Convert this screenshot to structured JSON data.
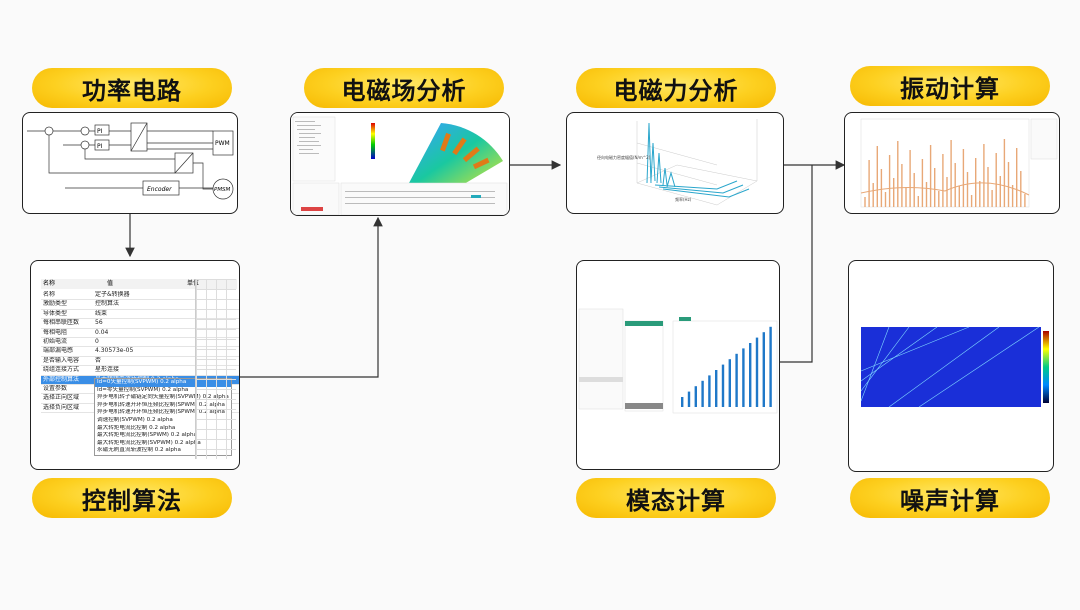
{
  "steps": {
    "power_circuit": "功率电路",
    "em_field": "电磁场分析",
    "em_force": "电磁力分析",
    "vibration": "振动计算",
    "control": "控制算法",
    "modal": "模态计算",
    "noise": "噪声计算"
  },
  "control_panel": {
    "header_name": "名称",
    "header_value": "值",
    "header_unit": "单位",
    "rows": [
      {
        "k": "名称",
        "v": "定子&转换器"
      },
      {
        "k": "激励类型",
        "v": "控制算法"
      },
      {
        "k": "导体类型",
        "v": "线束"
      },
      {
        "k": "每相串联匝数",
        "v": "56"
      },
      {
        "k": "每相电阻",
        "v": "0.04"
      },
      {
        "k": "初始电流",
        "v": "0"
      },
      {
        "k": "端部漏电感",
        "v": "4.30573e-05"
      },
      {
        "k": "是否输入电容",
        "v": "否"
      },
      {
        "k": "绕组连接方式",
        "v": "星形连接"
      },
      {
        "k": "外部控制算法",
        "v": "最大转矩电流比控制 0.2 alpha"
      },
      {
        "k": "设置参数",
        "v": ""
      },
      {
        "k": "选择正向区域",
        "v": ""
      },
      {
        "k": "选择负向区域",
        "v": ""
      }
    ],
    "options": [
      "Id=0矢量控制(SVPWM) 0.2 alpha",
      "Id=零矢量控制(SVPWM) 0.2 alpha",
      "异步电机转子磁链定向矢量控制(SVPWM) 0.2 alpha",
      "异步电机转速开环恒压频比控制(SPWM) 0.2 alpha",
      "异步电机转速开环恒压频比控制(SPWM) 0.2 alpha",
      "调速控制(SVPWM) 0.2 alpha",
      "最大转矩电流比控制 0.2 alpha",
      "最大转矩电流比控制(SPWM) 0.2 alpha",
      "最大转矩电流比控制(SVPWM) 0.2 alpha",
      "永磁无刷直流斩波控制 0.2 alpha"
    ]
  },
  "power_diagram_labels": {
    "pi1": "PI",
    "pi2": "PI",
    "pwm": "PWM",
    "encoder": "Encoder",
    "pmsm": "PMSM"
  },
  "force_chart": {
    "title": "径向电磁力密度幅值(N/m^2)",
    "axis_label": "频率(Hz)"
  },
  "colors": {
    "pill_yellow": "#fdd020",
    "bar_blue": "#1f78c8",
    "vib_orange": "#e8a877",
    "noise_blue": "#1a2fd8"
  }
}
